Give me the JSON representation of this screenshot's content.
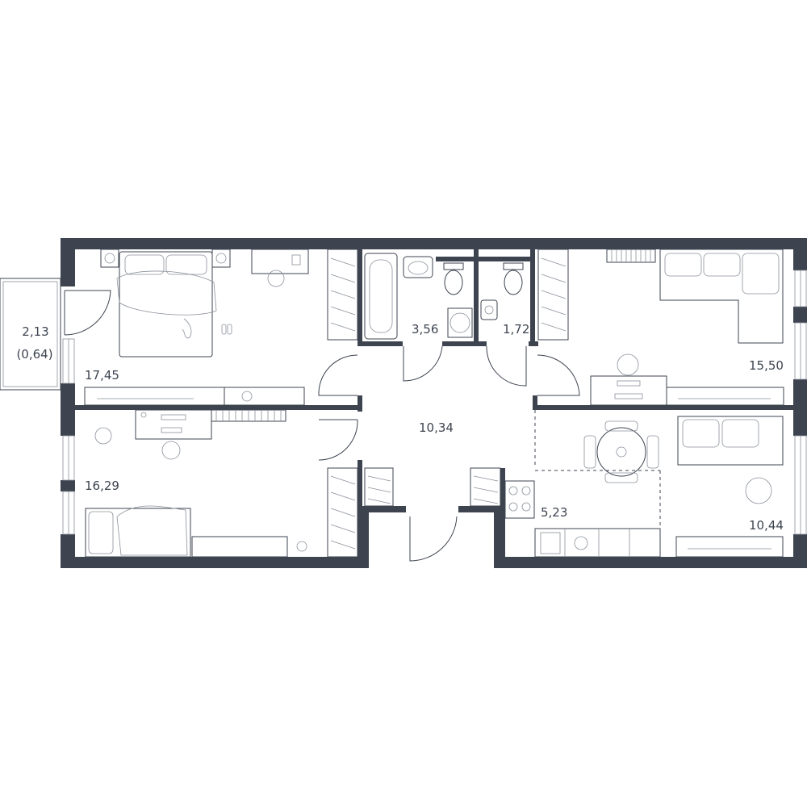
{
  "rooms": [
    {
      "id": "balcony",
      "area": "2,13",
      "note": "(0,64)"
    },
    {
      "id": "bedroom-1",
      "area": "17,45"
    },
    {
      "id": "bedroom-2",
      "area": "16,29"
    },
    {
      "id": "bathroom",
      "area": "3,56"
    },
    {
      "id": "toilet",
      "area": "1,72"
    },
    {
      "id": "hallway",
      "area": "10,34"
    },
    {
      "id": "living-room",
      "area": "15,50"
    },
    {
      "id": "kitchen",
      "area": "5,23"
    },
    {
      "id": "dining-room",
      "area": "10,44"
    }
  ],
  "colors": {
    "wall": "#3d4450",
    "line": "#3d4450",
    "detail": "#8a909a",
    "background": "#ffffff"
  }
}
